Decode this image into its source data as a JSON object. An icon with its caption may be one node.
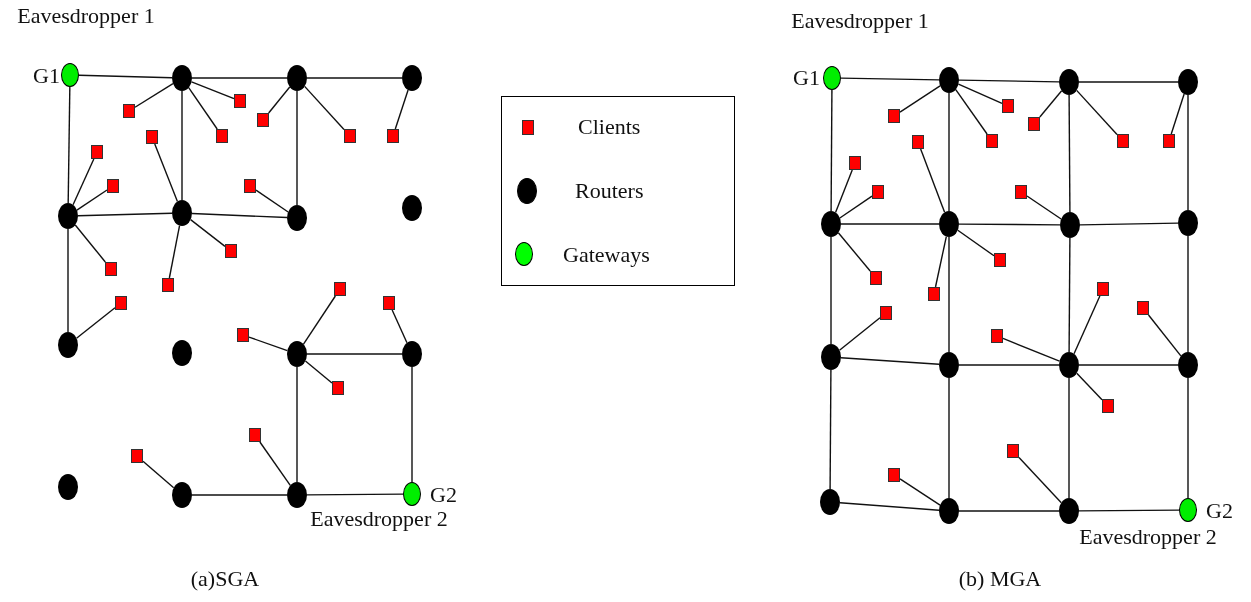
{
  "diagram": {
    "nodes": [
      {
        "text": [
          "G1"
        ],
        "beside": [
          "Eavesdropper 1"
        ]
      },
      {
        "text": [],
        "shape": "circle"
      },
      {
        "text": [],
        "shape": "circle"
      },
      {
        "text": [],
        "shape": "circle"
      },
      {
        "text": [],
        "shape": "circle"
      },
      {
        "text": [],
        "shape": "circle"
      },
      {
        "text": [],
        "shape": "circle"
      },
      {
        "text": [],
        "shape": "circle"
      },
      {
        "text": [],
        "shape": "circle"
      },
      {
        "text": [],
        "shape": "circle"
      },
      {
        "text": [],
        "shape": "circle"
      },
      {
        "text": [],
        "shape": "circle"
      },
      {
        "text": [],
        "shape": "circle"
      },
      {
        "text": [],
        "shape": "circle"
      },
      {
        "text": [],
        "shape": "circle"
      },
      {
        "text": [
          "G2"
        ],
        "beside": [
          "Eavesdropper 2"
        ]
      },
      {
        "text": [],
        "shape": "box"
      },
      {
        "text": [],
        "shape": "box"
      },
      {
        "text": [],
        "shape": "box"
      },
      {
        "text": [],
        "shape": "box"
      },
      {
        "text": [],
        "shape": "box"
      },
      {
        "text": [],
        "shape": "box"
      },
      {
        "text": [],
        "shape": "box"
      },
      {
        "text": [],
        "shape": "box"
      },
      {
        "text": [],
        "shape": "box"
      },
      {
        "text": [],
        "shape": "box"
      },
      {
        "text": [],
        "shape": "box"
      },
      {
        "text": [],
        "shape": "box"
      },
      {
        "text": [],
        "shape": "box"
      },
      {
        "text": [],
        "shape": "box"
      },
      {
        "text": [],
        "shape": "box"
      },
      {
        "text": [],
        "shape": "box"
      },
      {
        "text": [],
        "shape": "box"
      },
      {
        "text": [],
        "shape": "box"
      },
      {
        "text": [],
        "shape": "box"
      },
      {
        "text": [],
        "shape": "box"
      },
      {
        "text": [
          "G1"
        ],
        "beside": [
          "Eavesdropper 1"
        ]
      },
      {
        "text": [],
        "shape": "circle"
      },
      {
        "text": [],
        "shape": "circle"
      },
      {
        "text": [],
        "shape": "circle"
      },
      {
        "text": [],
        "shape": "circle"
      },
      {
        "text": [],
        "shape": "circle"
      },
      {
        "text": [],
        "shape": "circle"
      },
      {
        "text": [],
        "shape": "circle"
      },
      {
        "text": [],
        "shape": "circle"
      },
      {
        "text": [],
        "shape": "circle"
      },
      {
        "text": [],
        "shape": "circle"
      },
      {
        "text": [],
        "shape": "circle"
      },
      {
        "text": [],
        "shape": "circle"
      },
      {
        "text": [],
        "shape": "circle"
      },
      {
        "text": [],
        "shape": "circle"
      },
      {
        "text": [
          "G2"
        ],
        "beside": [
          "Eavesdropper 2"
        ]
      },
      {
        "text": [],
        "shape": "box"
      },
      {
        "text": [],
        "shape": "box"
      },
      {
        "text": [],
        "shape": "box"
      },
      {
        "text": [],
        "shape": "box"
      },
      {
        "text": [],
        "shape": "box"
      },
      {
        "text": [],
        "shape": "box"
      },
      {
        "text": [],
        "shape": "box"
      },
      {
        "text": [],
        "shape": "box"
      },
      {
        "text": [],
        "shape": "box"
      },
      {
        "text": [],
        "shape": "box"
      },
      {
        "text": [],
        "shape": "box"
      },
      {
        "text": [],
        "shape": "box"
      },
      {
        "text": [],
        "shape": "box"
      },
      {
        "text": [],
        "shape": "box"
      },
      {
        "text": [],
        "shape": "box"
      },
      {
        "text": [],
        "shape": "box"
      },
      {
        "text": [],
        "shape": "box"
      },
      {
        "text": [],
        "shape": "box"
      },
      {
        "text": [],
        "shape": "box"
      },
      {
        "text": [],
        "shape": "box"
      }
    ],
    "edges": [
      {
        "from": 0,
        "to": 1,
        "arrow": "none"
      },
      {
        "from": 1,
        "to": 2,
        "arrow": "none"
      },
      {
        "from": 2,
        "to": 3,
        "arrow": "none"
      },
      {
        "from": 0,
        "to": 4,
        "arrow": "none"
      },
      {
        "from": 1,
        "to": 5,
        "arrow": "none"
      },
      {
        "from": 2,
        "to": 6,
        "arrow": "none"
      },
      {
        "from": 4,
        "to": 5,
        "arrow": "none"
      },
      {
        "from": 5,
        "to": 6,
        "arrow": "none"
      },
      {
        "from": 4,
        "to": 8,
        "arrow": "none"
      },
      {
        "from": 10,
        "to": 11,
        "arrow": "none"
      },
      {
        "from": 10,
        "to": 14,
        "arrow": "none"
      },
      {
        "from": 11,
        "to": 15,
        "arrow": "none"
      },
      {
        "from": 13,
        "to": 14,
        "arrow": "none"
      },
      {
        "from": 14,
        "to": 15,
        "arrow": "none"
      },
      {
        "from": 1,
        "to": 16,
        "arrow": "none"
      },
      {
        "from": 5,
        "to": 17,
        "arrow": "none"
      },
      {
        "from": 1,
        "to": 18,
        "arrow": "none"
      },
      {
        "from": 1,
        "to": 19,
        "arrow": "none"
      },
      {
        "from": 2,
        "to": 20,
        "arrow": "none"
      },
      {
        "from": 2,
        "to": 21,
        "arrow": "none"
      },
      {
        "from": 3,
        "to": 22,
        "arrow": "none"
      },
      {
        "from": 4,
        "to": 23,
        "arrow": "none"
      },
      {
        "from": 4,
        "to": 24,
        "arrow": "none"
      },
      {
        "from": 6,
        "to": 25,
        "arrow": "none"
      },
      {
        "from": 4,
        "to": 26,
        "arrow": "none"
      },
      {
        "from": 5,
        "to": 27,
        "arrow": "none"
      },
      {
        "from": 5,
        "to": 28,
        "arrow": "none"
      },
      {
        "from": 8,
        "to": 29,
        "arrow": "none"
      },
      {
        "from": 10,
        "to": 30,
        "arrow": "none"
      },
      {
        "from": 11,
        "to": 31,
        "arrow": "none"
      },
      {
        "from": 10,
        "to": 32,
        "arrow": "none"
      },
      {
        "from": 10,
        "to": 33,
        "arrow": "none"
      },
      {
        "from": 14,
        "to": 34,
        "arrow": "none"
      },
      {
        "from": 13,
        "to": 35,
        "arrow": "none"
      },
      {
        "from": 36,
        "to": 37,
        "arrow": "none"
      },
      {
        "from": 37,
        "to": 38,
        "arrow": "none"
      },
      {
        "from": 38,
        "to": 39,
        "arrow": "none"
      },
      {
        "from": 40,
        "to": 41,
        "arrow": "none"
      },
      {
        "from": 41,
        "to": 42,
        "arrow": "none"
      },
      {
        "from": 42,
        "to": 43,
        "arrow": "none"
      },
      {
        "from": 44,
        "to": 45,
        "arrow": "none"
      },
      {
        "from": 45,
        "to": 46,
        "arrow": "none"
      },
      {
        "from": 46,
        "to": 47,
        "arrow": "none"
      },
      {
        "from": 48,
        "to": 49,
        "arrow": "none"
      },
      {
        "from": 49,
        "to": 50,
        "arrow": "none"
      },
      {
        "from": 50,
        "to": 51,
        "arrow": "none"
      },
      {
        "from": 36,
        "to": 40,
        "arrow": "none"
      },
      {
        "from": 40,
        "to": 44,
        "arrow": "none"
      },
      {
        "from": 44,
        "to": 48,
        "arrow": "none"
      },
      {
        "from": 37,
        "to": 41,
        "arrow": "none"
      },
      {
        "from": 41,
        "to": 45,
        "arrow": "none"
      },
      {
        "from": 45,
        "to": 49,
        "arrow": "none"
      },
      {
        "from": 38,
        "to": 42,
        "arrow": "none"
      },
      {
        "from": 42,
        "to": 46,
        "arrow": "none"
      },
      {
        "from": 46,
        "to": 50,
        "arrow": "none"
      },
      {
        "from": 39,
        "to": 43,
        "arrow": "none"
      },
      {
        "from": 43,
        "to": 47,
        "arrow": "none"
      },
      {
        "from": 47,
        "to": 51,
        "arrow": "none"
      },
      {
        "from": 37,
        "to": 52,
        "arrow": "none"
      },
      {
        "from": 41,
        "to": 53,
        "arrow": "none"
      },
      {
        "from": 37,
        "to": 54,
        "arrow": "none"
      },
      {
        "from": 37,
        "to": 55,
        "arrow": "none"
      },
      {
        "from": 38,
        "to": 56,
        "arrow": "none"
      },
      {
        "from": 38,
        "to": 57,
        "arrow": "none"
      },
      {
        "from": 39,
        "to": 58,
        "arrow": "none"
      },
      {
        "from": 40,
        "to": 59,
        "arrow": "none"
      },
      {
        "from": 40,
        "to": 60,
        "arrow": "none"
      },
      {
        "from": 42,
        "to": 61,
        "arrow": "none"
      },
      {
        "from": 40,
        "to": 62,
        "arrow": "none"
      },
      {
        "from": 41,
        "to": 63,
        "arrow": "none"
      },
      {
        "from": 41,
        "to": 64,
        "arrow": "none"
      },
      {
        "from": 44,
        "to": 65,
        "arrow": "none"
      },
      {
        "from": 46,
        "to": 66,
        "arrow": "none"
      },
      {
        "from": 47,
        "to": 67,
        "arrow": "none"
      },
      {
        "from": 46,
        "to": 68,
        "arrow": "none"
      },
      {
        "from": 46,
        "to": 69,
        "arrow": "none"
      },
      {
        "from": 50,
        "to": 70,
        "arrow": "none"
      },
      {
        "from": 49,
        "to": 71,
        "arrow": "none"
      }
    ],
    "labels": [
      "(a)SGA",
      "(b) MGA"
    ],
    "legend": [
      {
        "text": "Clients",
        "color": "#ff0000"
      },
      {
        "text": "Routers",
        "color": "#000000"
      },
      {
        "text": "Gateways",
        "color": "#00ff00"
      }
    ]
  }
}
